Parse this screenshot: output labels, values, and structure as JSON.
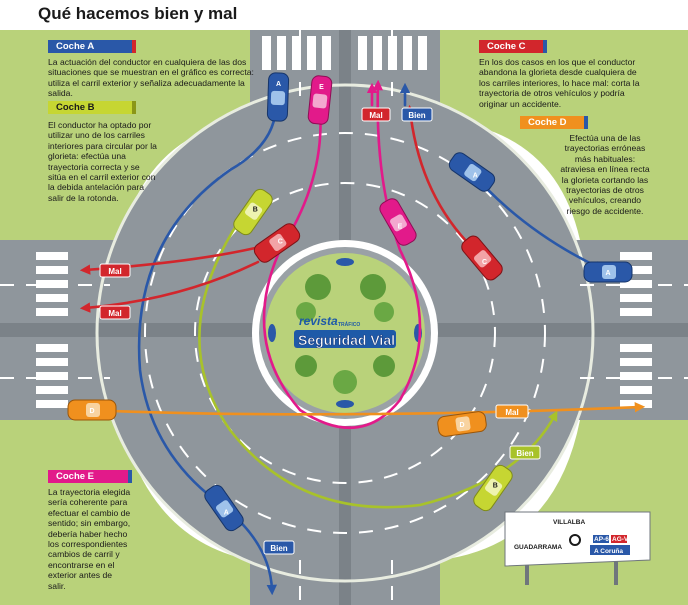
{
  "title": "Qué hacemos bien y mal",
  "cars": {
    "a": {
      "tag": "Coche A",
      "text": "La actuación del conductor en cualquiera de las dos situaciones que se muestran en el gráfico es correcta: utiliza el carril exterior y señaliza adecuadamente la salida."
    },
    "b": {
      "tag": "Coche B",
      "text": "El conductor ha optado por utilizar uno de los carriles interiores para circular por la glorieta: efectúa una trayectoria correcta y se sitúa en el carril exterior con la debida antelación para salir de la rotonda."
    },
    "c": {
      "tag": "Coche C",
      "text": "En los dos casos en los que el conductor abandona la glorieta desde cualquiera de los carriles interiores, lo hace mal: corta la trayectoria de otros vehículos y podría originar un accidente."
    },
    "d": {
      "tag": "Coche D",
      "text": "Efectúa una de las trayectorias erróneas más habituales: atraviesa en línea recta la glorieta cortando las trayectorias de otros vehículos, creando riesgo de accidente."
    },
    "e": {
      "tag": "Coche E",
      "text": "La trayectoria elegida sería coherente para efectuar el cambio de sentido; sin embargo, debería haber hecho los correspondientes cambios de carril y encontrarse en el exterior antes de salir."
    }
  },
  "road_labels": {
    "mal": "Mal",
    "bien": "Bien"
  },
  "car_letters": {
    "a": "A",
    "b": "B",
    "c": "C",
    "d": "D",
    "e": "E"
  },
  "logo": {
    "line1": "revista",
    "line2": "Seguridad Vial",
    "line3": "TRÁFICO"
  },
  "sign": {
    "top": "VILLALBA",
    "left": "GUADARRAMA",
    "road1": "AP-6",
    "road2": "AG-VI",
    "right": "A Coruña"
  },
  "colors": {
    "coche_a": "#2a58a8",
    "coche_b": "#c6d632",
    "coche_c": "#d2262c",
    "coche_d": "#f0901e",
    "coche_e": "#e21a8a",
    "road": "#8f969c",
    "grass": "#b9d27a"
  }
}
